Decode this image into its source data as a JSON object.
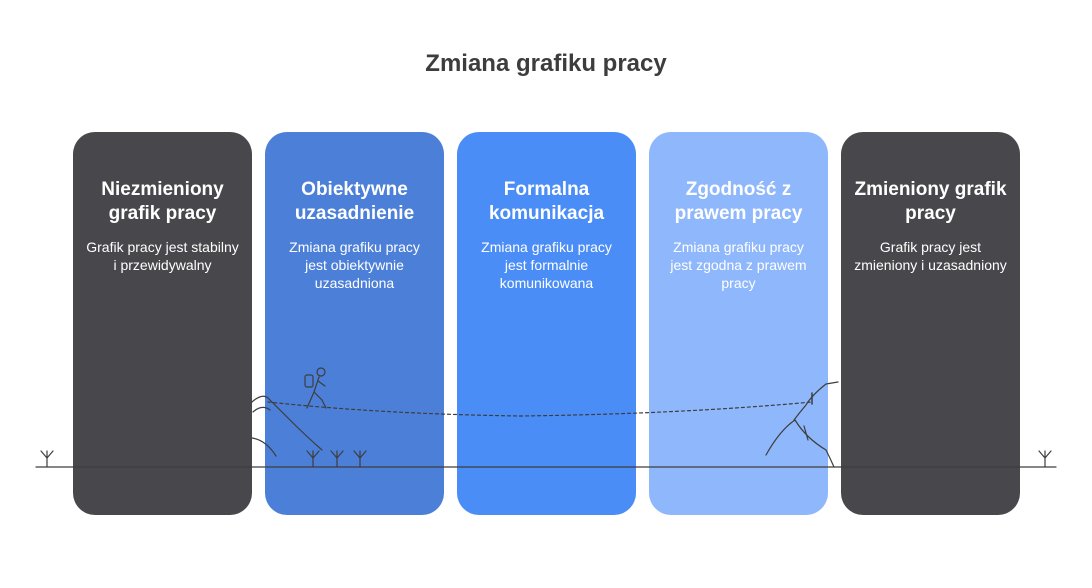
{
  "title": "Zmiana grafiku pracy",
  "cards": [
    {
      "title": "Niezmieniony grafik pracy",
      "description": "Grafik pracy jest stabilny i przewidywalny",
      "color": "#48474b"
    },
    {
      "title": "Obiektywne uzasadnienie",
      "description": "Zmiana grafiku pracy jest obiektywnie uzasadniona",
      "color": "#4c7fd8"
    },
    {
      "title": "Formalna komunikacja",
      "description": "Zmiana grafiku pracy jest formalnie komunikowana",
      "color": "#4b8df7"
    },
    {
      "title": "Zgodność z prawem pracy",
      "description": "Zmiana grafiku pracy jest zgodna z prawem pracy",
      "color": "#8fb7fb"
    },
    {
      "title": "Zmieniony grafik pracy",
      "description": "Grafik pracy jest zmieniony i uzasadniony",
      "color": "#48474b"
    }
  ],
  "icons": [
    "plant-icon",
    "hiker-icon",
    "mountain-icon"
  ]
}
